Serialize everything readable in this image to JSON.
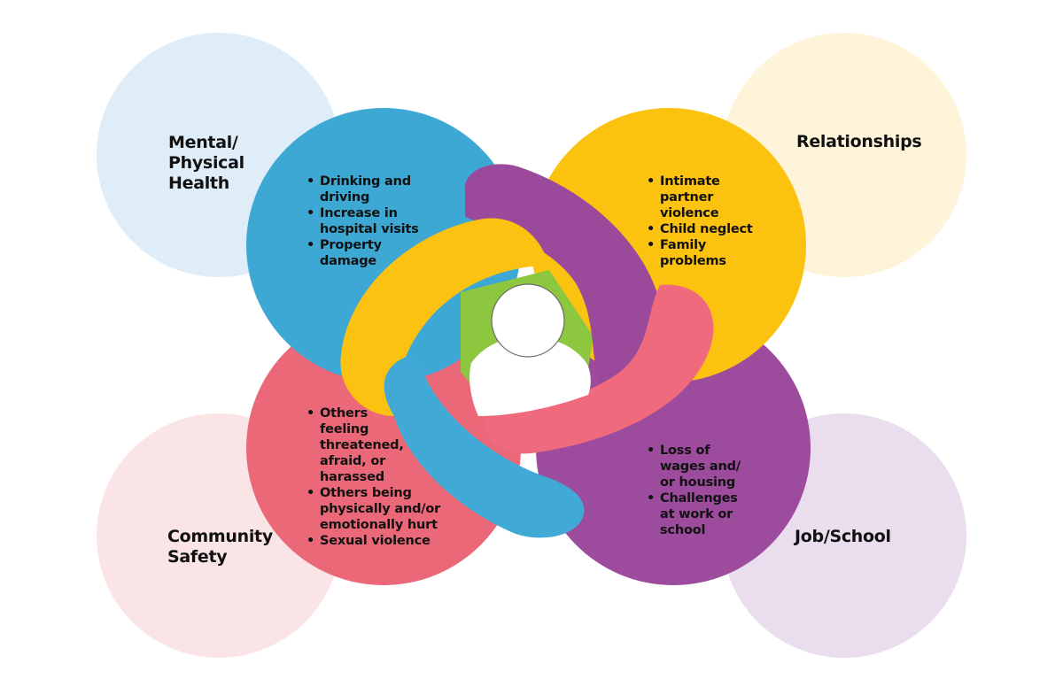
{
  "colors": {
    "health": "#3ea8d5",
    "relationships": "#fbc210",
    "community": "#eb6878",
    "job": "#9d4b9d",
    "health_light": "#dfedf8",
    "relationships_light": "#fef4da",
    "community_light": "#fbe4e6",
    "job_light": "#e9ddee",
    "center": "#8dc63f",
    "band_pink": "#ef6a7d",
    "band_purple": "#9b4a9b",
    "band_yellow": "#fcc212",
    "band_blue": "#41a9d6"
  },
  "center_icon": "person-icon",
  "categories": [
    {
      "id": "health",
      "label": "Mental/\nPhysical\nHealth",
      "items": [
        "Drinking and driving",
        "Increase in hospital visits",
        "Property damage"
      ]
    },
    {
      "id": "relationships",
      "label": "Relationships",
      "items": [
        "Intimate partner violence",
        "Child neglect",
        "Family problems"
      ]
    },
    {
      "id": "community",
      "label": "Community\nSafety",
      "items": [
        "Others feeling threatened, afraid, or harassed",
        "Others being physically and/or emotionally hurt",
        "Sexual violence"
      ]
    },
    {
      "id": "job",
      "label": "Job/School",
      "items": [
        "Loss of wages and/ or housing",
        "Challenges at work or school"
      ]
    }
  ]
}
